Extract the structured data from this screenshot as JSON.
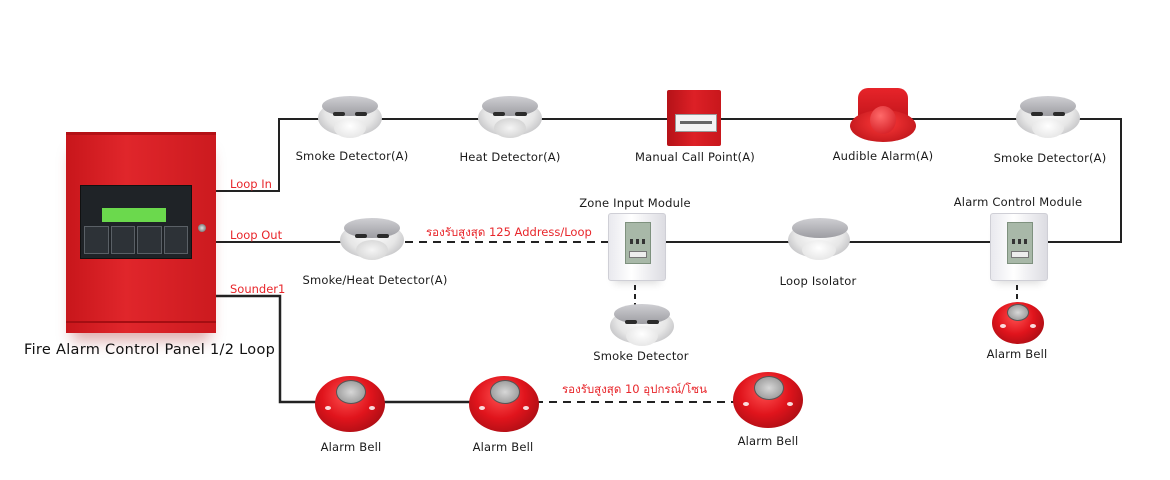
{
  "diagram": {
    "title": "Fire Alarm Control Panel 1/2 Loop",
    "colors": {
      "wire": "#222222",
      "annotation": "#e8262b",
      "device_red": "#dc1f26"
    },
    "panel_outputs": [
      {
        "id": "loop_in",
        "label": "Loop In"
      },
      {
        "id": "loop_out",
        "label": "Loop Out"
      },
      {
        "id": "sounder1",
        "label": "Sounder1"
      }
    ],
    "loop_top": [
      {
        "label": "Smoke Detector(A)",
        "icon": "smoke-detector"
      },
      {
        "label": "Heat Detector(A)",
        "icon": "heat-detector"
      },
      {
        "label": "Manual Call Point(A)",
        "icon": "manual-call-point"
      },
      {
        "label": "Audible Alarm(A)",
        "icon": "audible-alarm"
      },
      {
        "label": "Smoke Detector(A)",
        "icon": "smoke-detector"
      }
    ],
    "loop_bottom": [
      {
        "label": "Smoke/Heat Detector(A)",
        "icon": "smoke-heat-detector"
      },
      {
        "label": "Zone Input Module",
        "icon": "zone-input-module"
      },
      {
        "label": "Loop Isolator",
        "icon": "loop-isolator"
      },
      {
        "label": "Alarm Control Module",
        "icon": "alarm-control-module"
      }
    ],
    "zone_input_child": {
      "label": "Smoke Detector",
      "icon": "smoke-detector"
    },
    "alarm_control_child": {
      "label": "Alarm Bell",
      "icon": "alarm-bell"
    },
    "sounder_chain": [
      {
        "label": "Alarm Bell",
        "icon": "alarm-bell"
      },
      {
        "label": "Alarm Bell",
        "icon": "alarm-bell"
      },
      {
        "label": "Alarm Bell",
        "icon": "alarm-bell"
      }
    ],
    "notes": {
      "loop_capacity": "รองรับสูงสุด 125 Address/Loop",
      "sounder_capacity": "รองรับสูงสุด 10 อุปกรณ์/โซน"
    }
  }
}
